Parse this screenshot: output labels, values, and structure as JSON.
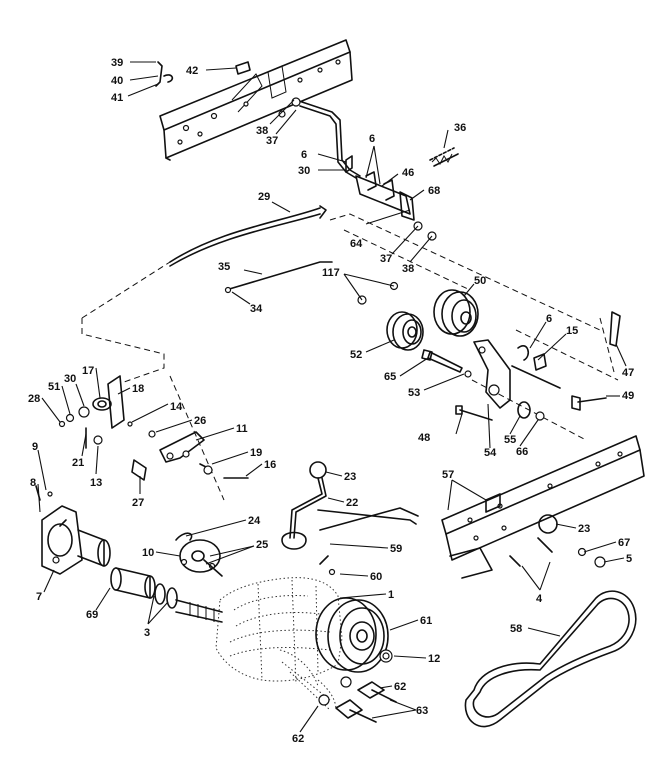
{
  "diagram": {
    "callouts": [
      {
        "id": "c39",
        "text": "39"
      },
      {
        "id": "c40",
        "text": "40"
      },
      {
        "id": "c41",
        "text": "41"
      },
      {
        "id": "c42",
        "text": "42"
      },
      {
        "id": "c38a",
        "text": "38"
      },
      {
        "id": "c37a",
        "text": "37"
      },
      {
        "id": "c6a",
        "text": "6"
      },
      {
        "id": "c6b",
        "text": "6"
      },
      {
        "id": "c30a",
        "text": "30"
      },
      {
        "id": "c36",
        "text": "36"
      },
      {
        "id": "c46",
        "text": "46"
      },
      {
        "id": "c68",
        "text": "68"
      },
      {
        "id": "c29",
        "text": "29"
      },
      {
        "id": "c64",
        "text": "64"
      },
      {
        "id": "c37b",
        "text": "37"
      },
      {
        "id": "c38b",
        "text": "38"
      },
      {
        "id": "c35",
        "text": "35"
      },
      {
        "id": "c34",
        "text": "34"
      },
      {
        "id": "c117",
        "text": "117"
      },
      {
        "id": "c50",
        "text": "50"
      },
      {
        "id": "c6c",
        "text": "6"
      },
      {
        "id": "c15",
        "text": "15"
      },
      {
        "id": "c47",
        "text": "47"
      },
      {
        "id": "c52",
        "text": "52"
      },
      {
        "id": "c65",
        "text": "65"
      },
      {
        "id": "c53",
        "text": "53"
      },
      {
        "id": "c49",
        "text": "49"
      },
      {
        "id": "c48",
        "text": "48"
      },
      {
        "id": "c55",
        "text": "55"
      },
      {
        "id": "c66",
        "text": "66"
      },
      {
        "id": "c54",
        "text": "54"
      },
      {
        "id": "c17",
        "text": "17"
      },
      {
        "id": "c18",
        "text": "18"
      },
      {
        "id": "c51",
        "text": "51"
      },
      {
        "id": "c30b",
        "text": "30"
      },
      {
        "id": "c28",
        "text": "28"
      },
      {
        "id": "c14",
        "text": "14"
      },
      {
        "id": "c26",
        "text": "26"
      },
      {
        "id": "c11",
        "text": "11"
      },
      {
        "id": "c21",
        "text": "21"
      },
      {
        "id": "c13",
        "text": "13"
      },
      {
        "id": "c9",
        "text": "9"
      },
      {
        "id": "c19",
        "text": "19"
      },
      {
        "id": "c16",
        "text": "16"
      },
      {
        "id": "c27",
        "text": "27"
      },
      {
        "id": "c23a",
        "text": "23"
      },
      {
        "id": "c22",
        "text": "22"
      },
      {
        "id": "c57",
        "text": "57"
      },
      {
        "id": "c8",
        "text": "8"
      },
      {
        "id": "c24",
        "text": "24"
      },
      {
        "id": "c25",
        "text": "25"
      },
      {
        "id": "c10",
        "text": "10"
      },
      {
        "id": "c59",
        "text": "59"
      },
      {
        "id": "c23b",
        "text": "23"
      },
      {
        "id": "c67",
        "text": "67"
      },
      {
        "id": "c5",
        "text": "5"
      },
      {
        "id": "c60",
        "text": "60"
      },
      {
        "id": "c7",
        "text": "7"
      },
      {
        "id": "c69",
        "text": "69"
      },
      {
        "id": "c1",
        "text": "1"
      },
      {
        "id": "c3",
        "text": "3"
      },
      {
        "id": "c4",
        "text": "4"
      },
      {
        "id": "c61",
        "text": "61"
      },
      {
        "id": "c58",
        "text": "58"
      },
      {
        "id": "c12",
        "text": "12"
      },
      {
        "id": "c62a",
        "text": "62"
      },
      {
        "id": "c63",
        "text": "63"
      },
      {
        "id": "c62b",
        "text": "62"
      }
    ]
  }
}
